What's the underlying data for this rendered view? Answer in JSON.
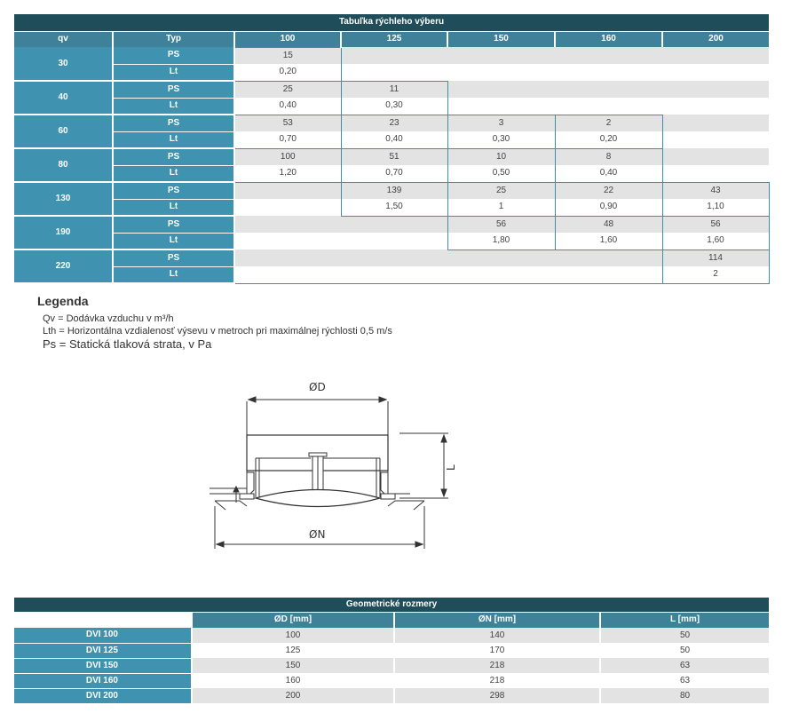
{
  "quick_table": {
    "title": "Tabuľka rýchleho výberu",
    "headers": [
      "qv",
      "Typ",
      "100",
      "125",
      "150",
      "160",
      "200"
    ],
    "rows": [
      {
        "qv": "30",
        "ps": [
          "15",
          "",
          "",
          "",
          ""
        ],
        "lt": [
          "0,20",
          "",
          "",
          "",
          ""
        ]
      },
      {
        "qv": "40",
        "ps": [
          "25",
          "11",
          "",
          "",
          ""
        ],
        "lt": [
          "0,40",
          "0,30",
          "",
          "",
          ""
        ]
      },
      {
        "qv": "60",
        "ps": [
          "53",
          "23",
          "3",
          "2",
          ""
        ],
        "lt": [
          "0,70",
          "0,40",
          "0,30",
          "0,20",
          ""
        ]
      },
      {
        "qv": "80",
        "ps": [
          "100",
          "51",
          "10",
          "8",
          ""
        ],
        "lt": [
          "1,20",
          "0,70",
          "0,50",
          "0,40",
          ""
        ]
      },
      {
        "qv": "130",
        "ps": [
          "",
          "139",
          "25",
          "22",
          "43"
        ],
        "lt": [
          "",
          "1,50",
          "1",
          "0,90",
          "1,10"
        ]
      },
      {
        "qv": "190",
        "ps": [
          "",
          "",
          "56",
          "48",
          "56"
        ],
        "lt": [
          "",
          "",
          "1,80",
          "1,60",
          "1,60"
        ]
      },
      {
        "qv": "220",
        "ps": [
          "",
          "",
          "",
          "",
          "114"
        ],
        "lt": [
          "",
          "",
          "",
          "",
          "2"
        ]
      }
    ],
    "ps_label": "PS",
    "lt_label": "Lt"
  },
  "legend": {
    "title": "Legenda",
    "qv_line": "Qv = Dodávka vzduchu v m³/h",
    "lth_line": "Lth = Horizontálna vzdialenosť výsevu v metroch pri maximálnej rýchlosti 0,5 m/s",
    "ps_line": "Ps = Statická tlaková strata, v Pa"
  },
  "diagram": {
    "label_d": "ØD",
    "label_n": "ØN",
    "label_l": "L"
  },
  "geo_table": {
    "title": "Geometrické rozmery",
    "headers": [
      "",
      "ØD [mm]",
      "ØN [mm]",
      "L [mm]"
    ],
    "rows": [
      {
        "name": "DVI 100",
        "d": "100",
        "n": "140",
        "l": "50"
      },
      {
        "name": "DVI 125",
        "d": "125",
        "n": "170",
        "l": "50"
      },
      {
        "name": "DVI 150",
        "d": "150",
        "n": "218",
        "l": "63"
      },
      {
        "name": "DVI 160",
        "d": "160",
        "n": "218",
        "l": "63"
      },
      {
        "name": "DVI 200",
        "d": "200",
        "n": "298",
        "l": "80"
      }
    ]
  }
}
